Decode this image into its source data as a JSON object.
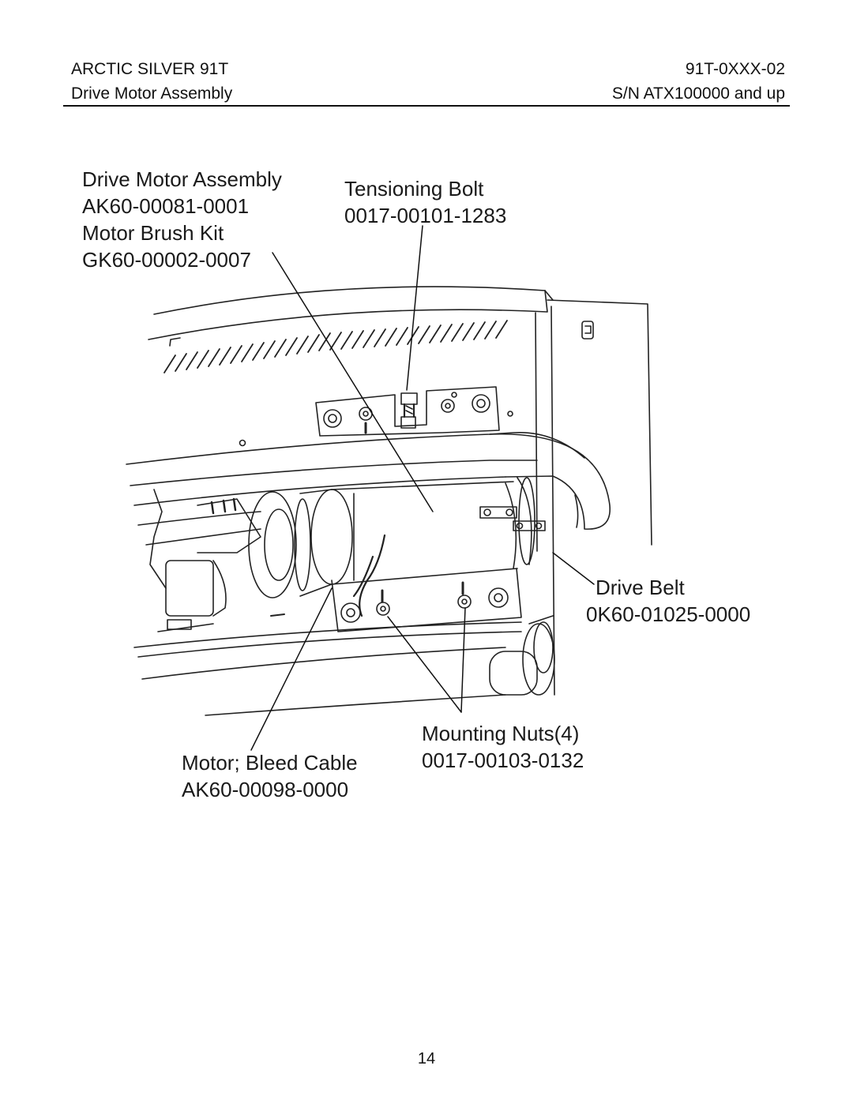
{
  "header": {
    "product": "ARCTIC SILVER 91T",
    "section": "Drive Motor Assembly",
    "model_code": "91T-0XXX-02",
    "serial_range": "S/N ATX100000 and up"
  },
  "callouts": {
    "drive_motor_assembly": {
      "name": "Drive Motor Assembly",
      "part": "AK60-00081-0001"
    },
    "motor_brush_kit": {
      "name": "Motor Brush Kit",
      "part": "GK60-00002-0007"
    },
    "tensioning_bolt": {
      "name": "Tensioning Bolt",
      "part": "0017-00101-1283"
    },
    "drive_belt": {
      "name": "Drive Belt",
      "part": "0K60-01025-0000"
    },
    "mounting_nuts": {
      "name": "Mounting Nuts(4)",
      "part": "0017-00103-0132"
    },
    "motor_bleed_cable": {
      "name": "Motor; Bleed Cable",
      "part": "AK60-00098-0000"
    }
  },
  "footer": {
    "page_number": "14"
  }
}
